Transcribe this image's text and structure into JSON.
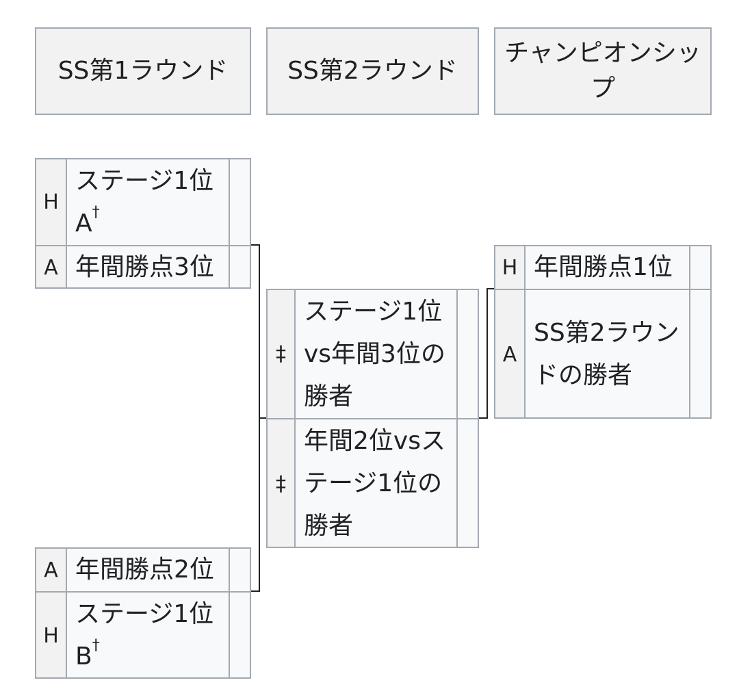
{
  "headers": {
    "round1": "SS第1ラウンド",
    "round2": "SS第2ラウンド",
    "championship": "チャンピオンシップ"
  },
  "round1": {
    "match1": {
      "top": {
        "seed": "H",
        "team": "ステージ1位A",
        "mark": "†"
      },
      "bottom": {
        "seed": "A",
        "team": "年間勝点3位"
      }
    },
    "match2": {
      "top": {
        "seed": "A",
        "team": "年間勝点2位"
      },
      "bottom": {
        "seed": "H",
        "team": "ステージ1位B",
        "mark": "†"
      }
    }
  },
  "round2": {
    "top": {
      "seed": "‡",
      "team": "ステージ1位vs年間3位の勝者"
    },
    "bottom": {
      "seed": "‡",
      "team": "年間2位vsステージ1位の勝者"
    }
  },
  "championship": {
    "top": {
      "seed": "H",
      "team": "年間勝点1位"
    },
    "bottom": {
      "seed": "A",
      "team": "SS第2ラウンドの勝者"
    }
  }
}
